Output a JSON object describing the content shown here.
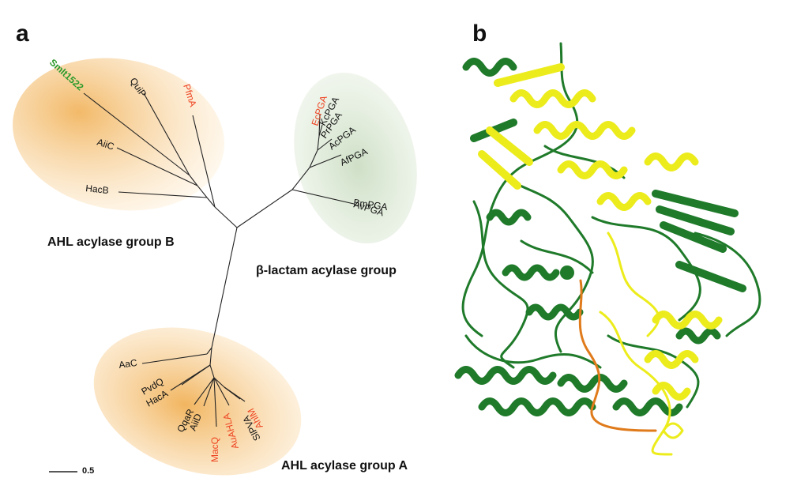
{
  "panels": {
    "a": "a",
    "b": "b"
  },
  "groups": {
    "ahl_b": "AHL acylase group B",
    "beta": "β-lactam acylase group",
    "ahl_a": "AHL acylase group A"
  },
  "scale_bar": "0.5",
  "colors": {
    "black": "#111111",
    "highlight_red": "#ee4422",
    "highlight_green": "#2a9a2a",
    "orange_fill": "#f2b55a",
    "green_fill": "#cfe2c4",
    "protein_green": "#1f7a2a",
    "protein_yellow": "#ecec1c",
    "protein_orange": "#e07b1c"
  },
  "leaves": {
    "smlt1522": "Smlt1522",
    "quip": "QuiP",
    "pfma": "PfmA",
    "aiic": "AiiC",
    "hacb": "HacB",
    "ecpga": "EcPGA",
    "kcpga": "KcPGA",
    "prpga": "PrPGA",
    "acpga": "AcPGA",
    "afpga": "AfPGA",
    "bmpga": "BmPGA",
    "avpga": "AvPGA",
    "aac": "AaC",
    "pvdq": "PvdQ",
    "haca": "HacA",
    "qqar": "QqaR",
    "aiid": "AiiD",
    "macq": "MacQ",
    "auahla": "AuAHLA",
    "ahlm": "AhlM",
    "sipva": "SlPVA"
  }
}
